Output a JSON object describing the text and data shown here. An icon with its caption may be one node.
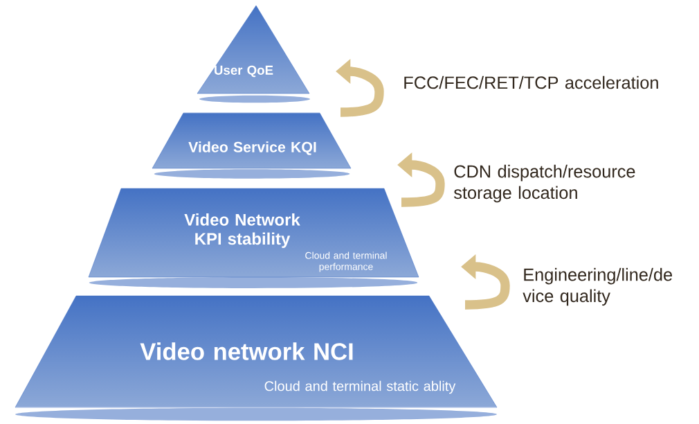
{
  "diagram": {
    "nodes": [
      {
        "text": [
          "User QoE"
        ]
      },
      {
        "text": [
          "Video Service KQI"
        ]
      },
      {
        "text": [
          "Video Network KPI stability",
          "Cloud and terminal performance"
        ]
      },
      {
        "text": [
          "Video network NCI",
          "Cloud and terminal static ablity"
        ]
      }
    ],
    "labels": [
      "FCC/FEC/RET/TCP acceleration",
      "CDN dispatch/resource storage location",
      "Engineering/line/de vice quality"
    ]
  }
}
